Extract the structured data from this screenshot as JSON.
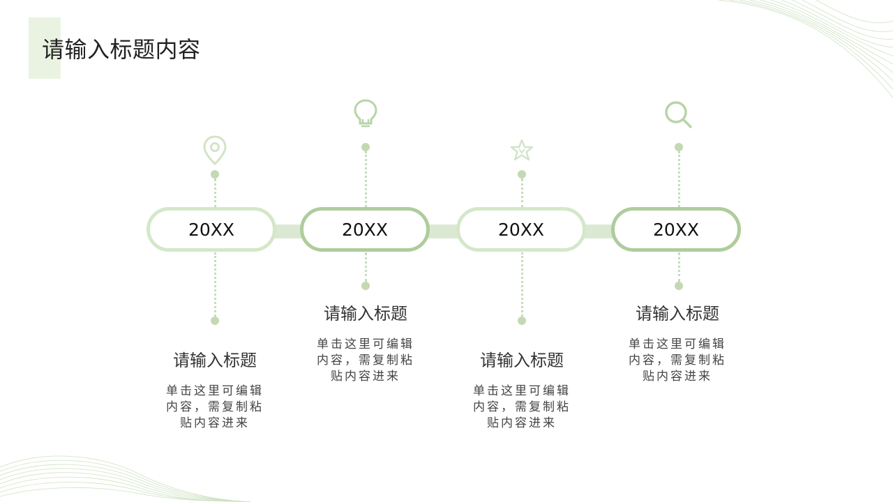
{
  "page": {
    "title": "请输入标题内容"
  },
  "colors": {
    "accent": "#afcc9d",
    "accent_light": "#d5e7c9",
    "dot": "#c3d9b4",
    "title_bar": "#eaf3e2"
  },
  "items": [
    {
      "year": "20XX",
      "icon": "location-pin-icon",
      "title": "请输入标题",
      "desc": [
        "单击这里可编辑",
        "内容，需复制粘",
        "贴内容进来"
      ]
    },
    {
      "year": "20XX",
      "icon": "lightbulb-icon",
      "title": "请输入标题",
      "desc": [
        "单击这里可编辑",
        "内容，需复制粘",
        "贴内容进来"
      ]
    },
    {
      "year": "20XX",
      "icon": "star-icon",
      "title": "请输入标题",
      "desc": [
        "单击这里可编辑",
        "内容，需复制粘",
        "贴内容进来"
      ]
    },
    {
      "year": "20XX",
      "icon": "search-icon",
      "title": "请输入标题",
      "desc": [
        "单击这里可编辑",
        "内容，需复制粘",
        "贴内容进来"
      ]
    }
  ]
}
